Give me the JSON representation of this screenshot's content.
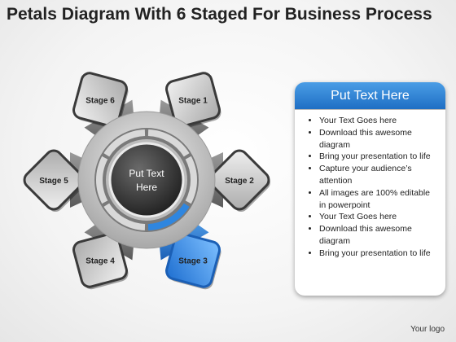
{
  "title": "Petals Diagram With 6 Staged For Business Process",
  "center_text": [
    "Put Text",
    "Here"
  ],
  "stages": [
    {
      "label": "Stage 1",
      "highlight": false
    },
    {
      "label": "Stage 2",
      "highlight": false
    },
    {
      "label": "Stage 3",
      "highlight": true
    },
    {
      "label": "Stage 4",
      "highlight": false
    },
    {
      "label": "Stage 5",
      "highlight": false
    },
    {
      "label": "Stage 6",
      "highlight": false
    }
  ],
  "panel": {
    "heading": "Put Text Here",
    "items": [
      "Your Text Goes here",
      "Download this awesome diagram",
      "Bring your presentation to life",
      "Capture your audience’s attention",
      "All images are 100% editable in powerpoint",
      "Your Text Goes here",
      "Download this awesome diagram",
      "Bring your presentation to life"
    ]
  },
  "footer": {
    "logo_text": "Your logo"
  },
  "colors": {
    "accent": "#2f86df",
    "gray_dark": "#3a3a3a",
    "gray_mid": "#8c8c8c",
    "gray_light": "#d5d5d5"
  }
}
